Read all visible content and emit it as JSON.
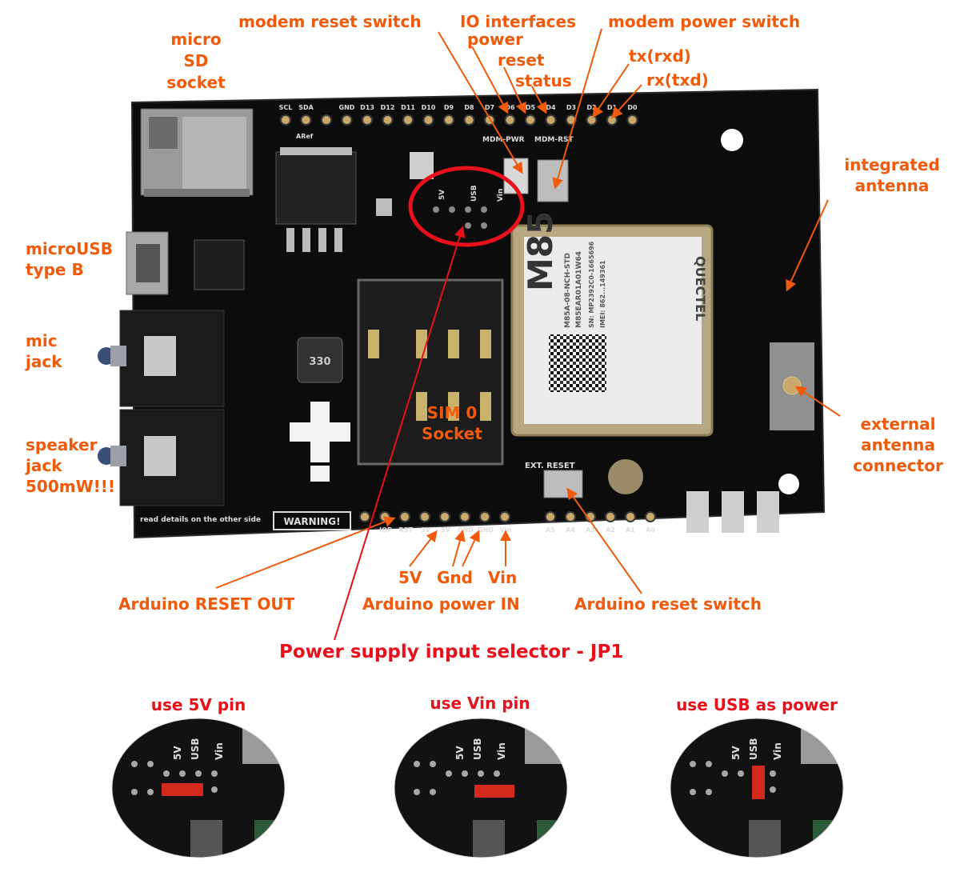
{
  "colors": {
    "label_orange": "#f05a0a",
    "selector_red": "#e8101a",
    "pcb": "#0c0c0c",
    "jumper": "#d42a1e"
  },
  "board": {
    "pin_labels_top": [
      "SCL",
      "SDA",
      "",
      "GND",
      "D13",
      "D12",
      "D11",
      "D10",
      "D9",
      "D8",
      "D7",
      "D6",
      "D5",
      "D4",
      "D3",
      "D2",
      "D1",
      "D0"
    ],
    "aref": "ARef",
    "mdm_pwr": "MDM-PWR",
    "mdm_rst": "MDM-RST",
    "pin_labels_bottom": [
      "IOP",
      "RST",
      "3V",
      "5V",
      "GND",
      "GND",
      "Vin"
    ],
    "analog_labels": [
      "A5",
      "A4",
      "A3",
      "A2",
      "A1",
      "A0"
    ],
    "module_brand": "QUECTEL",
    "module_model": "M85",
    "module_code1": "M85A-08-NCH-STD",
    "module_code2": "M85EAR01A01W64",
    "module_sn": "SN: MP2392C0-1665696",
    "module_imei": "IMEI: 862...149361",
    "warning": "WARNING!",
    "ext_reset": "EXT. RESET",
    "inductor": "330",
    "jp_5v": "5V",
    "jp_usb": "USB",
    "jp_vin": "Vin",
    "side_note": "read details on the other side"
  },
  "labels": {
    "micro_sd": [
      "micro",
      "SD",
      "socket"
    ],
    "modem_reset_switch": "modem reset switch",
    "io_interfaces": [
      "IO interfaces",
      "power",
      "reset",
      "status"
    ],
    "modem_power_switch": "modem power switch",
    "tx": "tx(rxd)",
    "rx": "rx(txd)",
    "integrated_antenna": [
      "integrated",
      "antenna"
    ],
    "micro_usb": [
      "microUSB",
      "type B"
    ],
    "mic_jack": [
      "mic",
      "jack"
    ],
    "speaker_jack": [
      "speaker",
      "jack",
      "500mW!!!"
    ],
    "sim0": [
      "SIM 0",
      "Socket"
    ],
    "external_antenna": [
      "external",
      "antenna",
      "connector"
    ],
    "pin_5v": "5V",
    "pin_gnd": "Gnd",
    "pin_vin": "Vin",
    "arduino_reset_out": "Arduino RESET OUT",
    "arduino_power_in": "Arduino power IN",
    "arduino_reset_switch": "Arduino reset switch",
    "power_selector": "Power supply input selector - JP1"
  },
  "jumpers": [
    {
      "title": "use 5V pin",
      "pin_labels": [
        "5V",
        "USB",
        "Vin"
      ],
      "bridge": "5V-USB"
    },
    {
      "title": "use Vin pin",
      "pin_labels": [
        "5V",
        "USB",
        "Vin"
      ],
      "bridge": "USB-Vin"
    },
    {
      "title": "use USB as power",
      "pin_labels": [
        "5V",
        "USB",
        "Vin"
      ],
      "bridge": "USB"
    }
  ]
}
